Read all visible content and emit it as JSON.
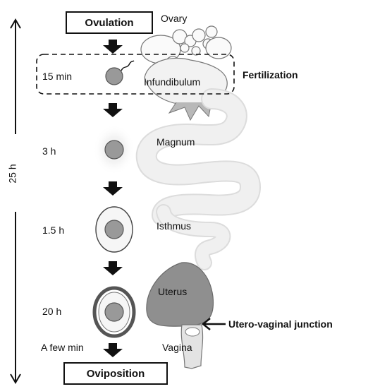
{
  "stages": {
    "start": "Ovulation",
    "end": "Oviposition",
    "times": [
      "15 min",
      "3 h",
      "1.5 h",
      "20 h",
      "A few min"
    ]
  },
  "organs": {
    "ovary": "Ovary",
    "infundibulum": "Infundibulum",
    "magnum": "Magnum",
    "isthmus": "Isthmus",
    "uterus": "Uterus",
    "vagina": "Vagina"
  },
  "annotations": {
    "fertilization": "Fertilization",
    "junction": "Utero-vaginal junction",
    "total_time": "25 h"
  }
}
